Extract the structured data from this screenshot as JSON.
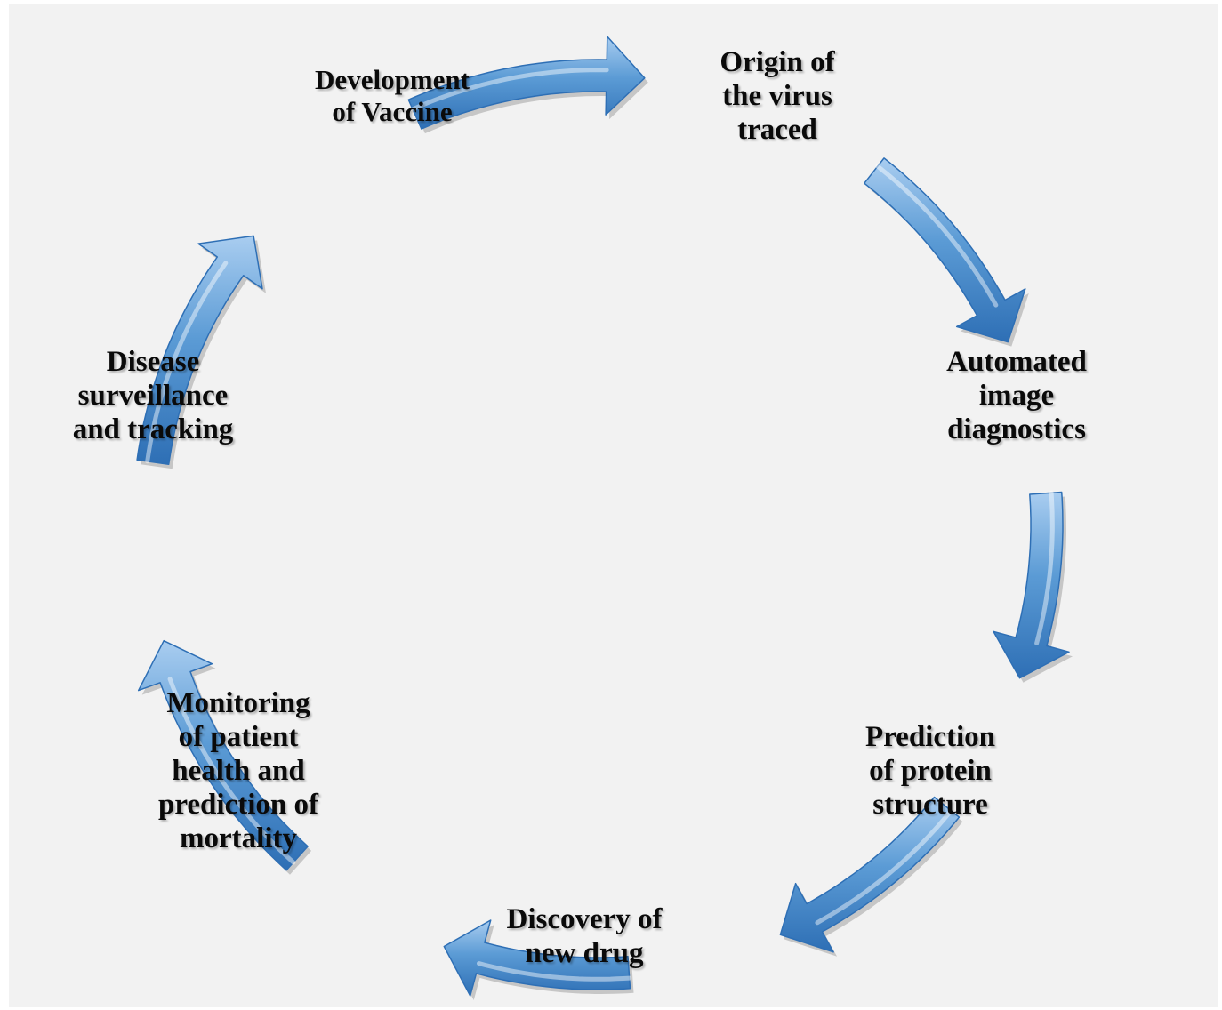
{
  "diagram": {
    "type": "cycle",
    "direction": "clockwise",
    "colors": {
      "background": "#f2f2f2",
      "arrow_fill": "#5b9bd5",
      "arrow_light": "#a9cdf0",
      "arrow_dark": "#2e6fb5",
      "text": "#0a0a0a"
    },
    "nodes": [
      {
        "id": "development-of-vaccine",
        "label": "Development\nof Vaccine"
      },
      {
        "id": "origin-of-virus",
        "label": "Origin of\nthe virus\ntraced"
      },
      {
        "id": "automated-image-diagnostics",
        "label": "Automated\nimage\ndiagnostics"
      },
      {
        "id": "prediction-of-protein-structure",
        "label": "Prediction\nof protein\nstructure"
      },
      {
        "id": "discovery-of-new-drug",
        "label": "Discovery of\nnew drug"
      },
      {
        "id": "monitoring-patient-health",
        "label": "Monitoring\nof patient\nhealth and\nprediction of\nmortality"
      },
      {
        "id": "disease-surveillance",
        "label": "Disease\nsurveillance\nand tracking"
      }
    ],
    "edges": [
      {
        "from": "development-of-vaccine",
        "to": "origin-of-virus"
      },
      {
        "from": "origin-of-virus",
        "to": "automated-image-diagnostics"
      },
      {
        "from": "automated-image-diagnostics",
        "to": "prediction-of-protein-structure"
      },
      {
        "from": "prediction-of-protein-structure",
        "to": "discovery-of-new-drug"
      },
      {
        "from": "discovery-of-new-drug",
        "to": "monitoring-patient-health"
      },
      {
        "from": "monitoring-patient-health",
        "to": "disease-surveillance"
      },
      {
        "from": "disease-surveillance",
        "to": "development-of-vaccine"
      }
    ]
  }
}
